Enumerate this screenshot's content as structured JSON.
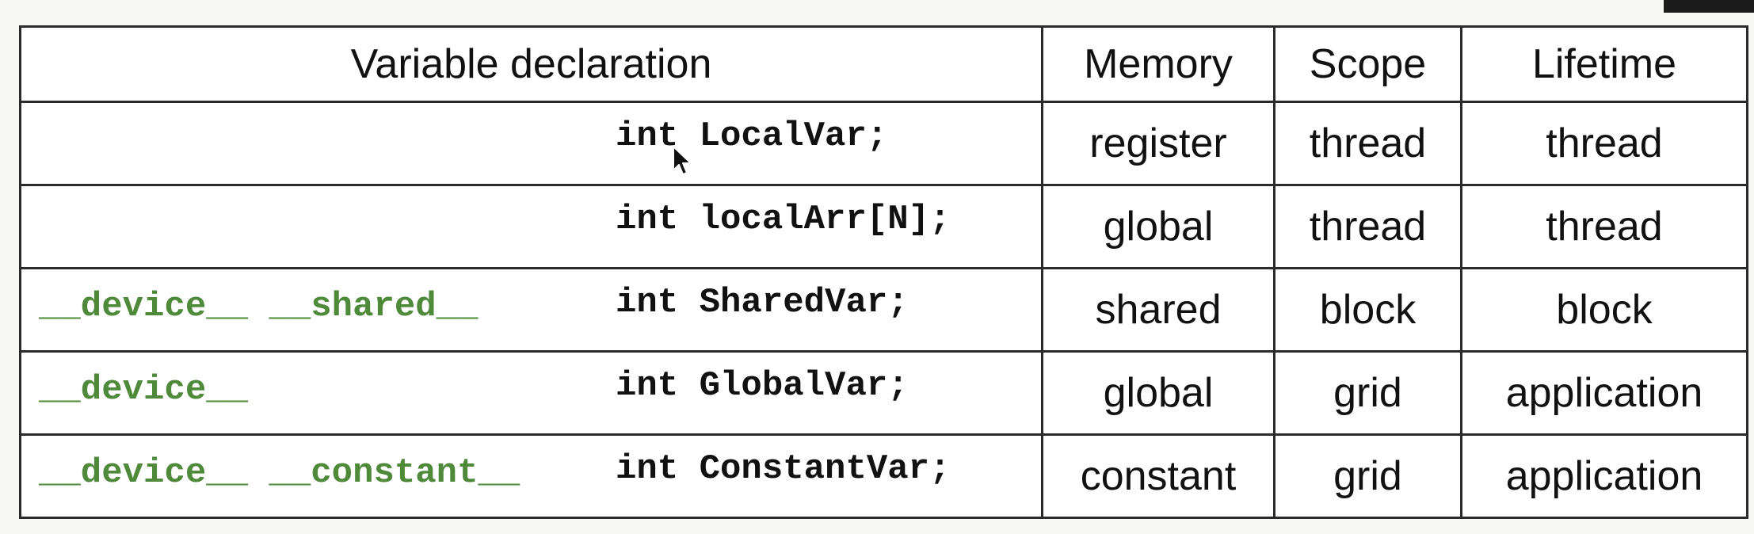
{
  "table": {
    "headers": {
      "declaration": "Variable declaration",
      "memory": "Memory",
      "scope": "Scope",
      "lifetime": "Lifetime"
    },
    "rows": [
      {
        "qualifiers": "",
        "declaration": "int LocalVar;",
        "memory": "register",
        "scope": "thread",
        "lifetime": "thread"
      },
      {
        "qualifiers": "",
        "declaration": "int localArr[N];",
        "memory": "global",
        "scope": "thread",
        "lifetime": "thread"
      },
      {
        "qualifiers": "__device__ __shared__",
        "declaration": "int SharedVar;",
        "memory": "shared",
        "scope": "block",
        "lifetime": "block"
      },
      {
        "qualifiers": "__device__",
        "declaration": "int GlobalVar;",
        "memory": "global",
        "scope": "grid",
        "lifetime": "application"
      },
      {
        "qualifiers": "__device__ __constant__",
        "declaration": "int ConstantVar;",
        "memory": "constant",
        "scope": "grid",
        "lifetime": "application"
      }
    ]
  },
  "colors": {
    "qualifier_text": "#4e8a3a",
    "grid_lines": "#2a2a2a"
  },
  "icons": {
    "cursor": "mouse-pointer-icon"
  }
}
